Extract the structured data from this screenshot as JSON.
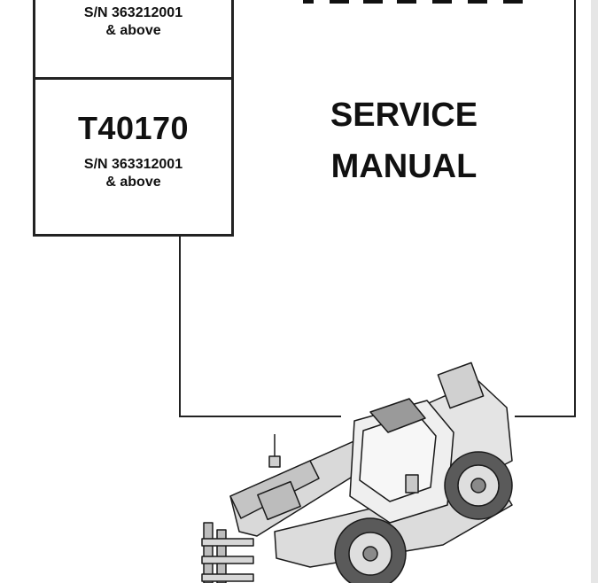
{
  "header": {
    "cropped_title": ""
  },
  "models": [
    {
      "model": "",
      "serial": "S/N 363212001",
      "range": "& above"
    },
    {
      "model": "T40170",
      "serial": "S/N 363312001",
      "range": "& above"
    }
  ],
  "document": {
    "title_line1": "SERVICE",
    "title_line2": "MANUAL"
  },
  "illustration": {
    "subject": "telehandler-machine"
  }
}
